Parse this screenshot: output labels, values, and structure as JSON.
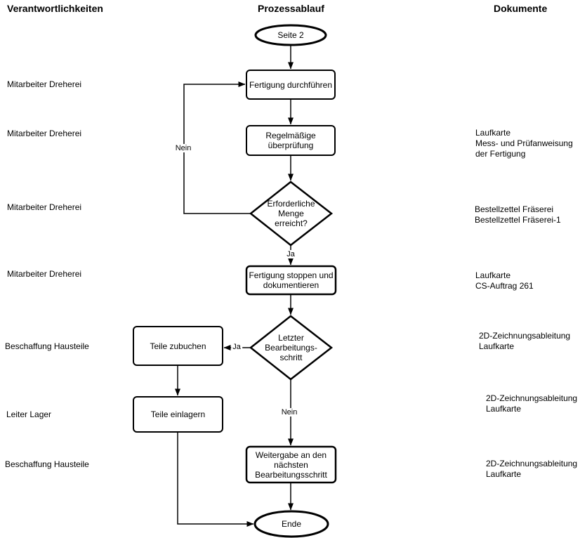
{
  "colors": {
    "stroke": "#000000",
    "fill": "#ffffff",
    "text": "#000000",
    "background": "#ffffff"
  },
  "headers": {
    "responsibilities": "Verantwortlichkeiten",
    "process": "Prozessablauf",
    "documents": "Dokumente"
  },
  "nodes": {
    "start": {
      "label": "Seite 2",
      "type": "terminator"
    },
    "step_fertigung": {
      "label": "Fertigung durchführen",
      "type": "process"
    },
    "step_ueberpruefung": {
      "label": "Regelmäßige\nüberprüfung",
      "type": "process"
    },
    "decision_menge": {
      "label": "Erforderliche\nMenge\nerreicht?",
      "type": "decision"
    },
    "step_stoppen": {
      "label": "Fertigung stoppen und\ndokumentieren",
      "type": "process"
    },
    "decision_letzter": {
      "label": "Letzter\nBearbeitungs-\nschritt",
      "type": "decision"
    },
    "step_zubuchen": {
      "label": "Teile zubuchen",
      "type": "process"
    },
    "step_einlagern": {
      "label": "Teile einlagern",
      "type": "process"
    },
    "step_weitergabe": {
      "label": "Weitergabe an den\nnächsten\nBearbeitungsschritt",
      "type": "process"
    },
    "end": {
      "label": "Ende",
      "type": "terminator"
    }
  },
  "edge_labels": {
    "nein_menge": "Nein",
    "ja_menge": "Ja",
    "ja_letzter": "Ja",
    "nein_letzter": "Nein"
  },
  "responsibilities": [
    {
      "label": "Mitarbeiter Dreherei"
    },
    {
      "label": "Mitarbeiter Dreherei"
    },
    {
      "label": "Mitarbeiter Dreherei"
    },
    {
      "label": "Mitarbeiter Dreherei"
    },
    {
      "label": "Beschaffung Hausteile"
    },
    {
      "label": "Leiter Lager"
    },
    {
      "label": "Beschaffung Hausteile"
    }
  ],
  "documents": [
    {
      "text": "Laufkarte\nMess- und Prüfanweisung\nder Fertigung"
    },
    {
      "text": "Bestellzettel Fräserei\nBestellzettel Fräserei-1"
    },
    {
      "text": "Laufkarte\nCS-Auftrag 261"
    },
    {
      "text": "2D-Zeichnungsableitung\nLaufkarte"
    },
    {
      "text": "2D-Zeichnungsableitung\nLaufkarte"
    },
    {
      "text": "2D-Zeichnungsableitung\nLaufkarte"
    }
  ]
}
